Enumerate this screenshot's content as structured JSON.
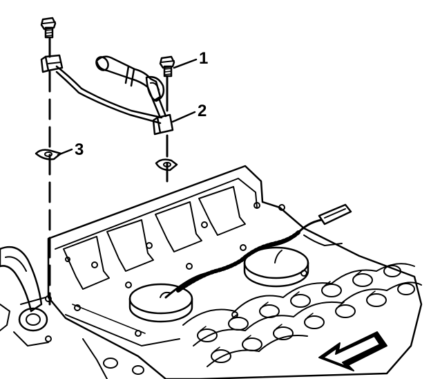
{
  "callouts": [
    {
      "label": "1",
      "part": "bolt"
    },
    {
      "label": "2",
      "part": "clip"
    },
    {
      "label": "3",
      "part": "retainer"
    }
  ],
  "colors": {
    "ink": "#000000",
    "paper": "#ffffff"
  },
  "icons": [
    "bolt-icon",
    "clip-icon",
    "retainer-icon",
    "direction-arrow-icon"
  ]
}
